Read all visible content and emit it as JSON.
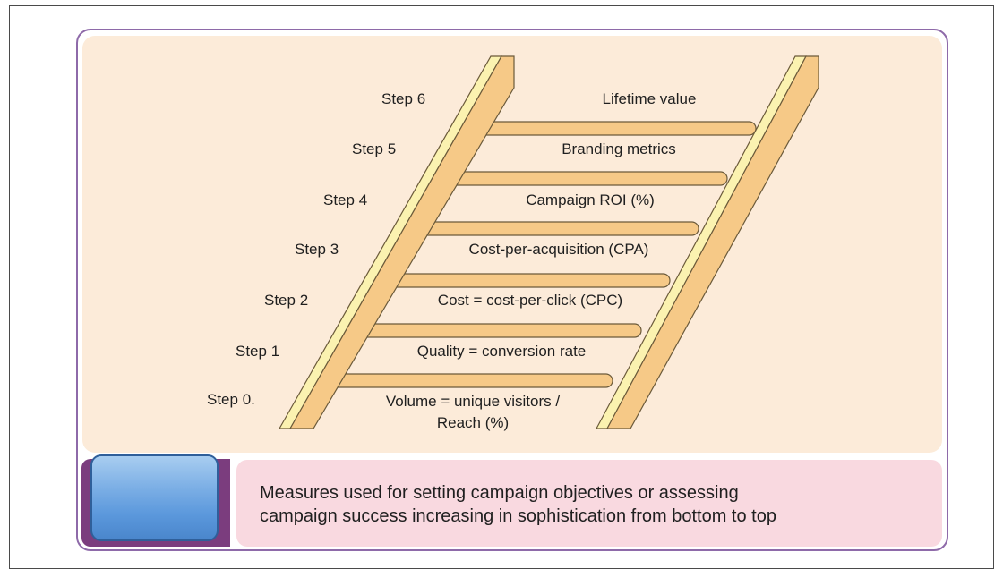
{
  "diagram": {
    "steps": [
      {
        "label": "Step 0.",
        "metric": "Volume = unique visitors /\nReach (%)"
      },
      {
        "label": "Step 1",
        "metric": "Quality = conversion rate"
      },
      {
        "label": "Step 2",
        "metric": "Cost = cost-per-click (CPC)"
      },
      {
        "label": "Step 3",
        "metric": "Cost-per-acquisition (CPA)"
      },
      {
        "label": "Step 4",
        "metric": "Campaign ROI (%)"
      },
      {
        "label": "Step 5",
        "metric": "Branding metrics"
      },
      {
        "label": "Step 6",
        "metric": "Lifetime value"
      }
    ],
    "caption": "Measures used for setting campaign objectives or assessing\ncampaign success increasing in sophistication from bottom to top"
  },
  "colors": {
    "panel_background": "#fcebd9",
    "ladder_fill": "#f6c987",
    "ladder_rail_light": "#fbf2b0",
    "ladder_outline": "#6b5a3a",
    "card_border": "#8e6aa9",
    "caption_background": "#f9d9e0",
    "purple_block": "#7b3d7e",
    "blue_block": "#5b98dc"
  }
}
